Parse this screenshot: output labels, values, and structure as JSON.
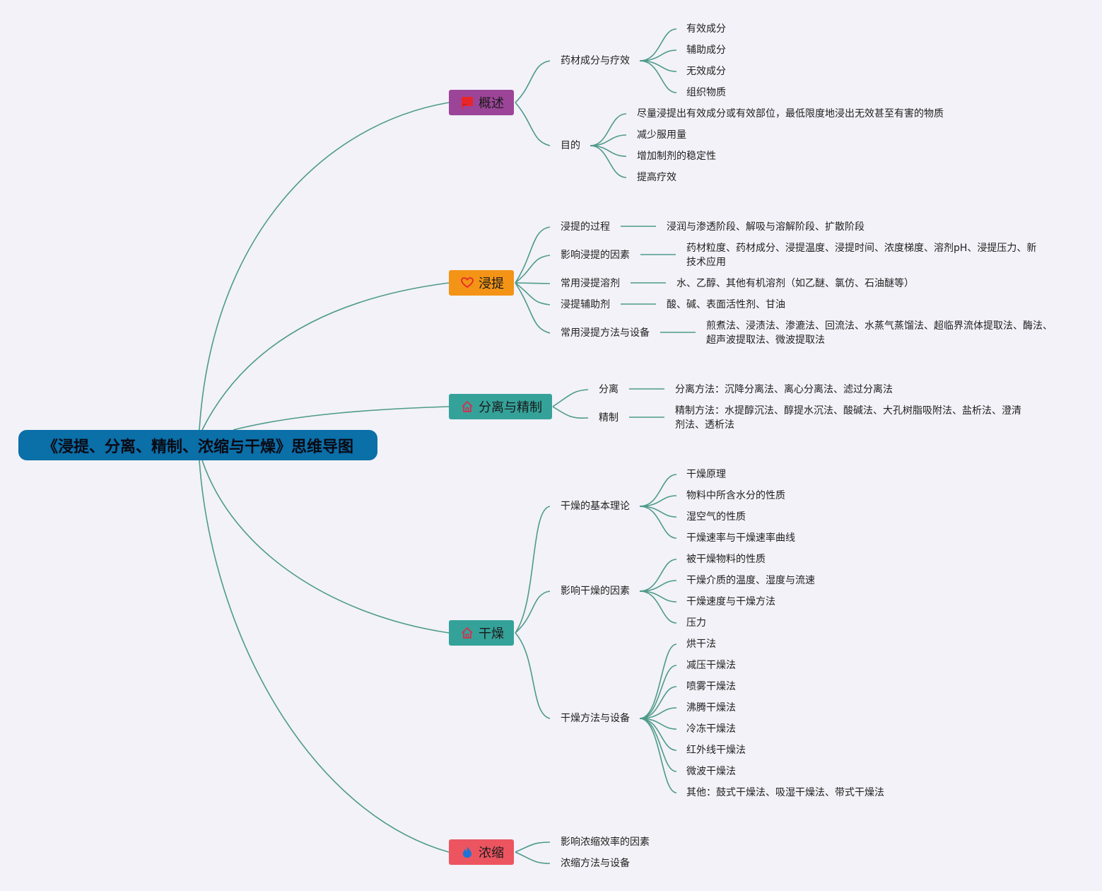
{
  "title": "《浸提、分离、精制、浓缩与干燥》思维导图",
  "colors": {
    "root": "#0b6fa8",
    "overview": "#9c4598",
    "extraction": "#f39416",
    "separation": "#35a29a",
    "drying": "#35a29a",
    "concentration": "#ec5560",
    "line": "#4e9a8a"
  },
  "branches": {
    "overview": {
      "label": "概述",
      "icon": "red-flag-icon",
      "children": {
        "ingredients": {
          "label": "药材成分与疗效",
          "items": [
            "有效成分",
            "辅助成分",
            "无效成分",
            "组织物质"
          ]
        },
        "purpose": {
          "label": "目的",
          "items": [
            "尽量浸提出有效成分或有效部位，最低限度地浸出无效甚至有害的物质",
            "减少服用量",
            "增加制剂的稳定性",
            "提高疗效"
          ]
        }
      }
    },
    "extraction": {
      "label": "浸提",
      "icon": "heart-icon",
      "children": [
        {
          "label": "浸提的过程",
          "detail": "浸润与渗透阶段、解吸与溶解阶段、扩散阶段"
        },
        {
          "label": "影响浸提的因素",
          "detail": "药材粒度、药材成分、浸提温度、浸提时间、浓度梯度、溶剂pH、浸提压力、新技术应用"
        },
        {
          "label": "常用浸提溶剂",
          "detail": "水、乙醇、其他有机溶剂（如乙醚、氯仿、石油醚等）"
        },
        {
          "label": "浸提辅助剂",
          "detail": "酸、碱、表面活性剂、甘油"
        },
        {
          "label": "常用浸提方法与设备",
          "detail": "煎煮法、浸渍法、渗漉法、回流法、水蒸气蒸馏法、超临界流体提取法、酶法、超声波提取法、微波提取法"
        }
      ]
    },
    "separation": {
      "label": "分离与精制",
      "icon": "home-icon",
      "children": [
        {
          "label": "分离",
          "detail": "分离方法：沉降分离法、离心分离法、滤过分离法"
        },
        {
          "label": "精制",
          "detail": "精制方法：水提醇沉法、醇提水沉法、酸碱法、大孔树脂吸附法、盐析法、澄清剂法、透析法"
        }
      ]
    },
    "drying": {
      "label": "干燥",
      "icon": "home-icon",
      "children": {
        "theory": {
          "label": "干燥的基本理论",
          "items": [
            "干燥原理",
            "物料中所含水分的性质",
            "湿空气的性质",
            "干燥速率与干燥速率曲线"
          ]
        },
        "factors": {
          "label": "影响干燥的因素",
          "items": [
            "被干燥物料的性质",
            "干燥介质的温度、湿度与流速",
            "干燥速度与干燥方法",
            "压力"
          ]
        },
        "methods": {
          "label": "干燥方法与设备",
          "items": [
            "烘干法",
            "减压干燥法",
            "喷雾干燥法",
            "沸腾干燥法",
            "冷冻干燥法",
            "红外线干燥法",
            "微波干燥法",
            "其他：鼓式干燥法、吸湿干燥法、带式干燥法"
          ]
        }
      }
    },
    "concentration": {
      "label": "浓缩",
      "icon": "flame-icon",
      "children": [
        "影响浓缩效率的因素",
        "浓缩方法与设备"
      ]
    }
  }
}
